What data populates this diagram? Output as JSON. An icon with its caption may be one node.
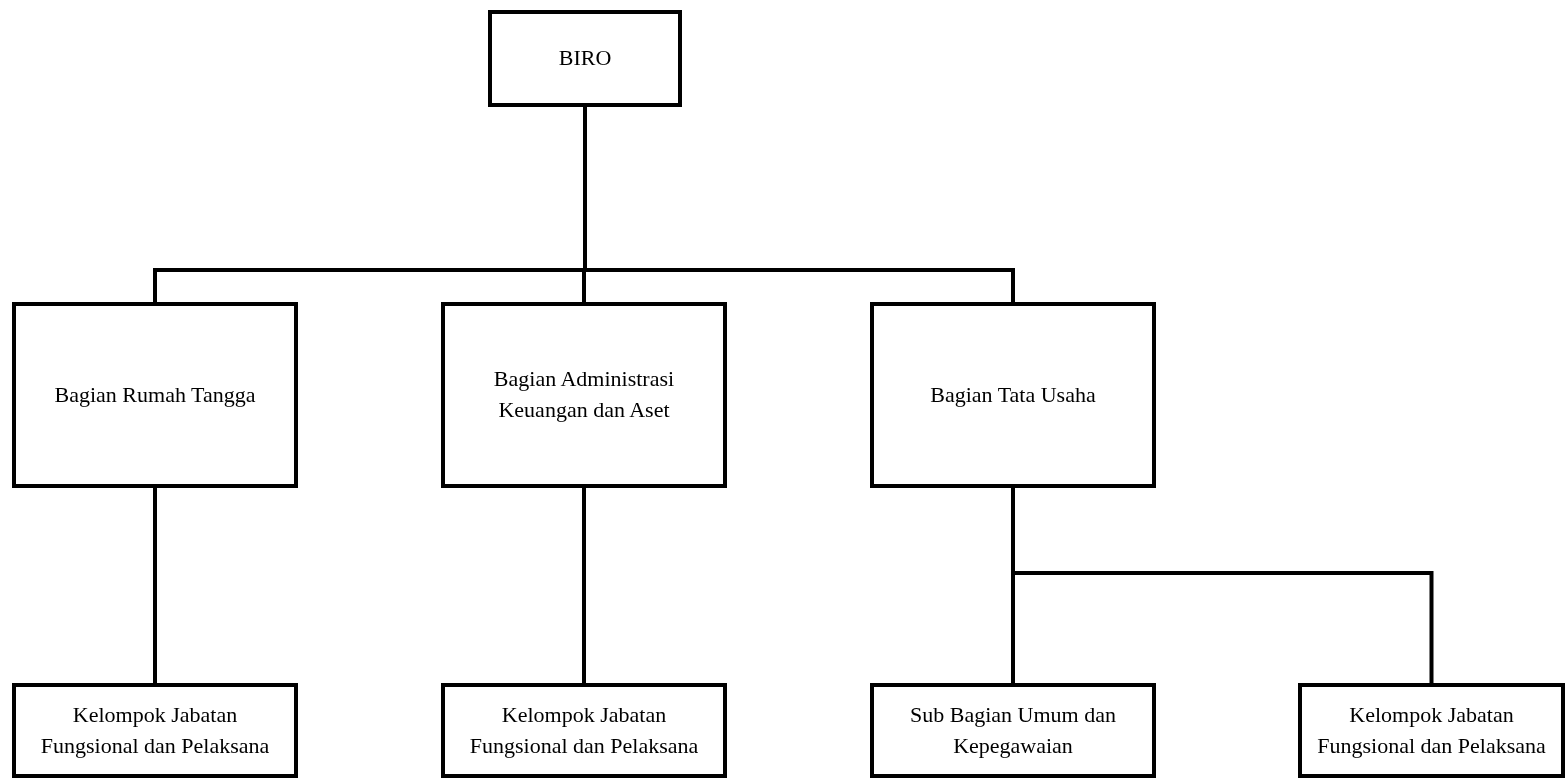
{
  "diagram": {
    "nodes": [
      {
        "text": [
          "BIRO"
        ]
      },
      {
        "text": [
          "Bagian Rumah Tangga"
        ]
      },
      {
        "text": [
          "Bagian Administrasi Keuangan dan Aset"
        ]
      },
      {
        "text": [
          "Bagian Tata Usaha"
        ]
      },
      {
        "text": [
          "Kelompok Jabatan Fungsional dan Pelaksana"
        ]
      },
      {
        "text": [
          "Kelompok Jabatan Fungsional dan Pelaksana"
        ]
      },
      {
        "text": [
          "Sub Bagian Umum dan Kepegawaian"
        ]
      },
      {
        "text": [
          "Kelompok Jabatan Fungsional dan Pelaksana"
        ]
      }
    ],
    "edges": [
      {
        "from": 0,
        "to": 1,
        "arrow": "none"
      },
      {
        "from": 0,
        "to": 2,
        "arrow": "none"
      },
      {
        "from": 0,
        "to": 3,
        "arrow": "none"
      },
      {
        "from": 1,
        "to": 4,
        "arrow": "none"
      },
      {
        "from": 2,
        "to": 5,
        "arrow": "none"
      },
      {
        "from": 3,
        "to": 6,
        "arrow": "none"
      },
      {
        "from": 3,
        "to": 7,
        "arrow": "none"
      }
    ]
  }
}
